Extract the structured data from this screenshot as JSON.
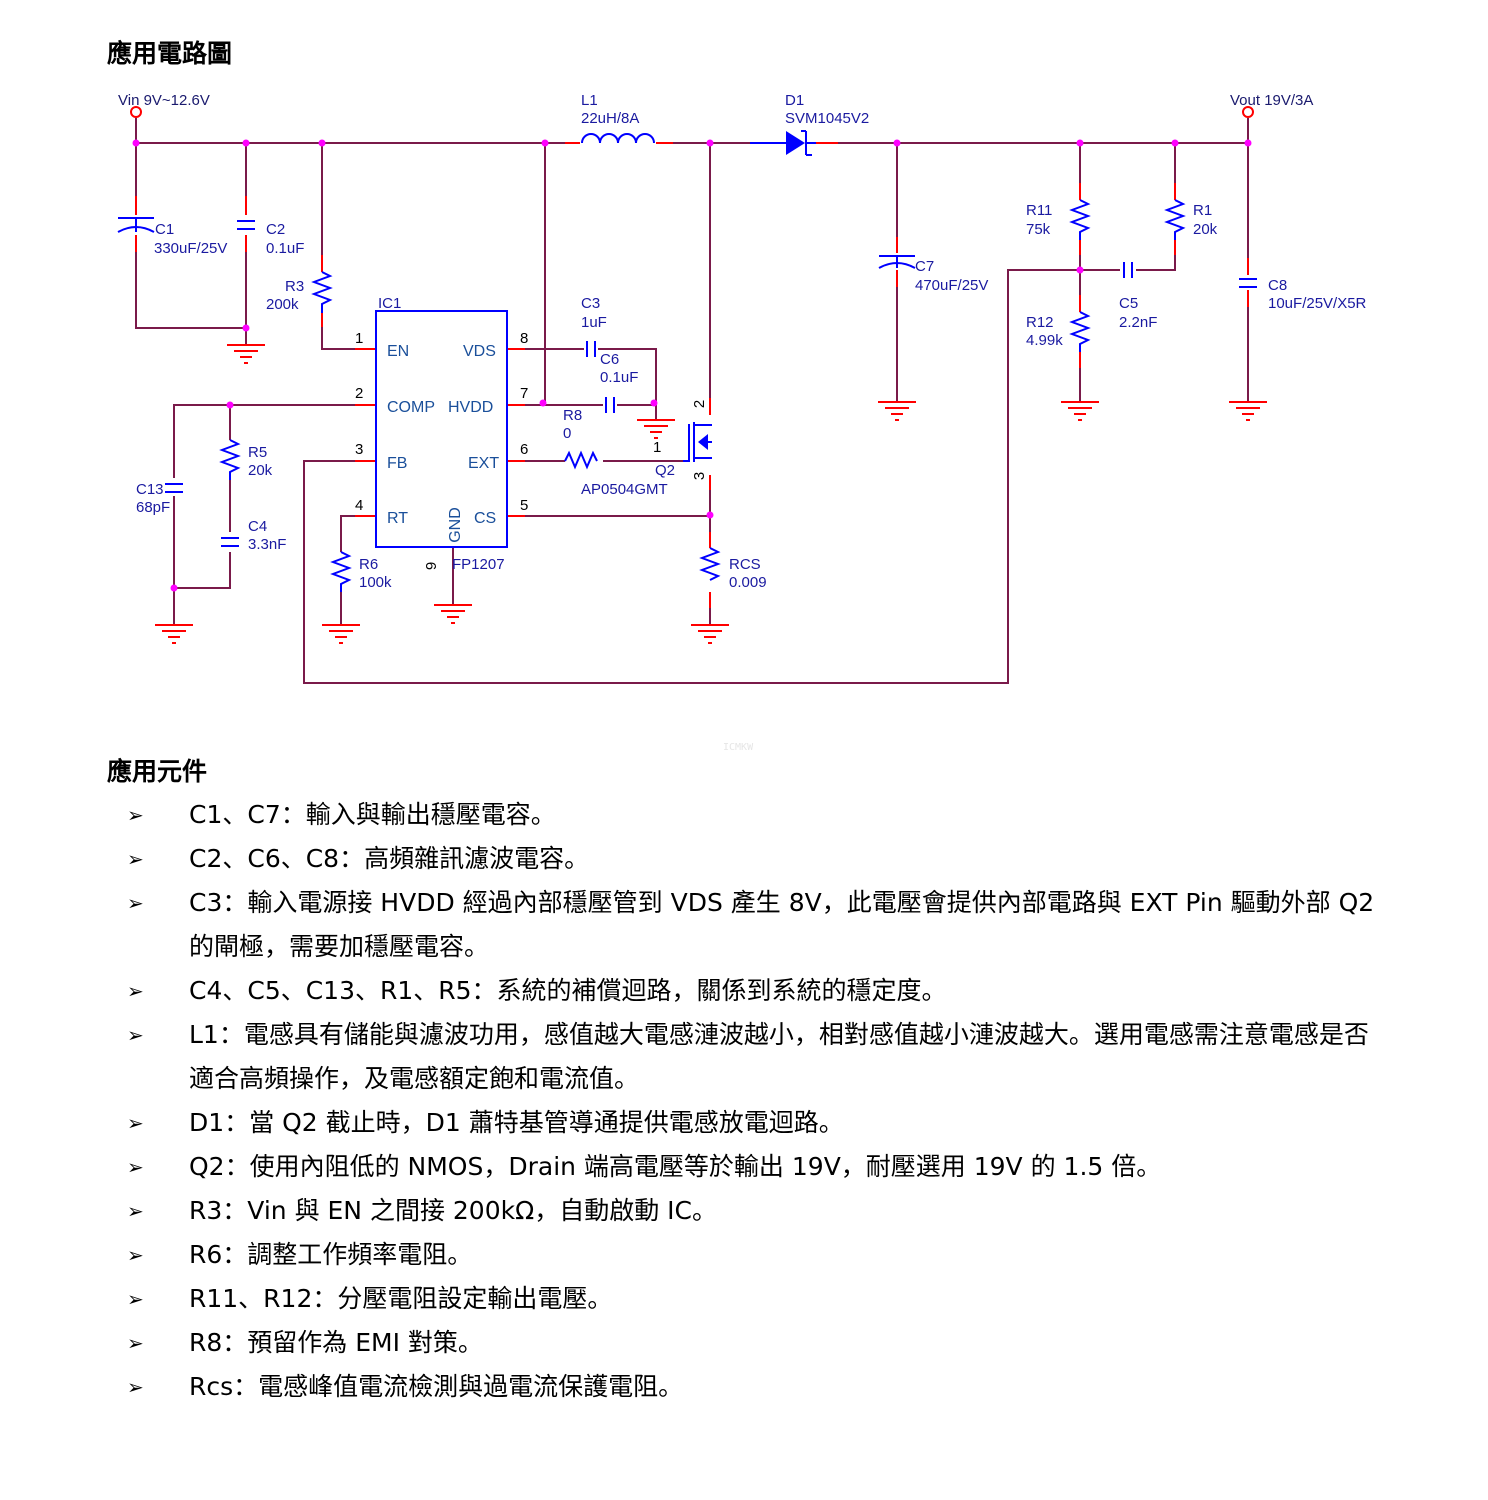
{
  "section_circuit": {
    "title": "應用電路圖"
  },
  "schematic": {
    "vin_label": "Vin 9V~12.6V",
    "vout_label": "Vout 19V/3A",
    "ic": {
      "ref": "IC1",
      "part": "FP1207",
      "pins": [
        {
          "num": "1",
          "name": "EN"
        },
        {
          "num": "2",
          "name": "COMP"
        },
        {
          "num": "3",
          "name": "FB"
        },
        {
          "num": "4",
          "name": "RT"
        },
        {
          "num": "5",
          "name": "CS"
        },
        {
          "num": "6",
          "name": "EXT"
        },
        {
          "num": "7",
          "name": "HVDD"
        },
        {
          "num": "8",
          "name": "VDS"
        },
        {
          "num": "9",
          "name": "GND"
        }
      ]
    },
    "components": {
      "C1": {
        "ref": "C1",
        "value": "330uF/25V"
      },
      "C2": {
        "ref": "C2",
        "value": "0.1uF"
      },
      "R3": {
        "ref": "R3",
        "value": "200k"
      },
      "L1": {
        "ref": "L1",
        "value": "22uH/8A"
      },
      "D1": {
        "ref": "D1",
        "value": "SVM1045V2"
      },
      "C3": {
        "ref": "C3",
        "value": "1uF"
      },
      "C6": {
        "ref": "C6",
        "value": "0.1uF"
      },
      "R8": {
        "ref": "R8",
        "value": "0"
      },
      "Q2": {
        "ref": "Q2",
        "value": "AP0504GMT",
        "pin_gate": "1",
        "pin_drain": "2",
        "pin_source": "3"
      },
      "RCS": {
        "ref": "RCS",
        "value": "0.009"
      },
      "C7": {
        "ref": "C7",
        "value": "470uF/25V"
      },
      "R11": {
        "ref": "R11",
        "value": "75k"
      },
      "R12": {
        "ref": "R12",
        "value": "4.99k"
      },
      "R1": {
        "ref": "R1",
        "value": "20k"
      },
      "C5": {
        "ref": "C5",
        "value": "2.2nF"
      },
      "C8": {
        "ref": "C8",
        "value": "10uF/25V/X5R"
      },
      "R5": {
        "ref": "R5",
        "value": "20k"
      },
      "C4": {
        "ref": "C4",
        "value": "3.3nF"
      },
      "C13": {
        "ref": "C13",
        "value": "68pF"
      },
      "R6": {
        "ref": "R6",
        "value": "100k"
      }
    },
    "colors": {
      "wire": "#7a1a4a",
      "pin_lead": "#ff0000",
      "symbol": "#0000ff",
      "junction": "#ff00ff",
      "ground": "#ff0000"
    }
  },
  "watermark": "ICMKW",
  "section_parts": {
    "title": "應用元件",
    "bullet_icon": "arrow-bullet-icon",
    "items": [
      {
        "text": "C1、C7：輸入與輸出穩壓電容。"
      },
      {
        "text": "C2、C6、C8：高頻雜訊濾波電容。"
      },
      {
        "text": "C3：輸入電源接 HVDD 經過內部穩壓管到 VDS 產生 8V，此電壓會提供內部電路與 EXT Pin 驅動外部 Q2 的閘極，需要加穩壓電容。"
      },
      {
        "text": "C4、C5、C13、R1、R5：系統的補償迴路，關係到系統的穩定度。"
      },
      {
        "text": "L1：電感具有儲能與濾波功用，感值越大電感漣波越小，相對感值越小漣波越大。選用電感需注意電感是否適合高頻操作，及電感額定飽和電流值。"
      },
      {
        "text": "D1：當 Q2 截止時，D1 蕭特基管導通提供電感放電迴路。"
      },
      {
        "text": "Q2：使用內阻低的 NMOS，Drain 端高電壓等於輸出 19V，耐壓選用 19V 的 1.5 倍。"
      },
      {
        "text": "R3：Vin 與 EN 之間接 200kΩ，自動啟動 IC。"
      },
      {
        "text": "R6：調整工作頻率電阻。"
      },
      {
        "text": "R11、R12：分壓電阻設定輸出電壓。"
      },
      {
        "text": "R8：預留作為 EMI 對策。"
      },
      {
        "text": "Rcs：電感峰值電流檢測與過電流保護電阻。"
      }
    ]
  }
}
